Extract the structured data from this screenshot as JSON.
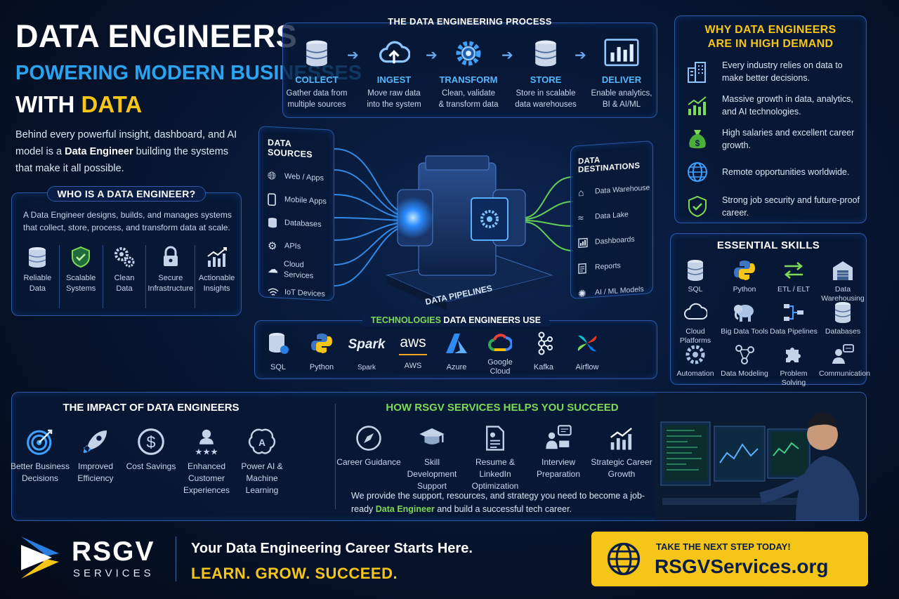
{
  "hero": {
    "title_line1": "DATA ENGINEERS",
    "title_line2": "POWERING MODERN BUSINESSES",
    "title_line3_prefix": "WITH ",
    "title_line3_highlight": "DATA",
    "intro_part1": "Behind every powerful insight, dashboard, and AI model is a ",
    "intro_bold": "Data Engineer",
    "intro_part2": " building the systems that make it all possible."
  },
  "who": {
    "heading": "WHO IS A DATA ENGINEER?",
    "description": "A Data Engineer designs, builds, and manages systems that collect, store, process, and transform data at scale.",
    "items": [
      {
        "icon": "database-icon",
        "label": "Reliable Data"
      },
      {
        "icon": "shield-check-icon",
        "label": "Scalable Systems"
      },
      {
        "icon": "gears-icon",
        "label": "Clean Data"
      },
      {
        "icon": "lock-icon",
        "label": "Secure Infrastructure"
      },
      {
        "icon": "growth-chart-icon",
        "label": "Actionable Insights"
      }
    ]
  },
  "process": {
    "heading": "THE DATA ENGINEERING PROCESS",
    "steps": [
      {
        "icon": "database-icon",
        "title": "COLLECT",
        "desc": "Gather data from multiple sources"
      },
      {
        "icon": "cloud-upload-icon",
        "title": "INGEST",
        "desc": "Move raw data into the system"
      },
      {
        "icon": "gear-icon",
        "title": "TRANSFORM",
        "desc": "Clean, validate & transform data"
      },
      {
        "icon": "database-icon",
        "title": "STORE",
        "desc": "Store in scalable data warehouses"
      },
      {
        "icon": "bar-chart-icon",
        "title": "DELIVER",
        "desc": "Enable analytics, BI & AI/ML"
      }
    ]
  },
  "sources": {
    "heading": "DATA SOURCES",
    "items": [
      {
        "icon": "globe-icon",
        "label": "Web / Apps"
      },
      {
        "icon": "mobile-icon",
        "label": "Mobile Apps"
      },
      {
        "icon": "database-icon",
        "label": "Databases"
      },
      {
        "icon": "api-icon",
        "label": "APIs"
      },
      {
        "icon": "cloud-icon",
        "label": "Cloud Services"
      },
      {
        "icon": "wifi-icon",
        "label": "IoT Devices"
      }
    ]
  },
  "pipeline": {
    "label": "DATA PIPELINES"
  },
  "destinations": {
    "heading": "DATA DESTINATIONS",
    "items": [
      {
        "icon": "warehouse-icon",
        "label": "Data Warehouse"
      },
      {
        "icon": "waves-icon",
        "label": "Data Lake"
      },
      {
        "icon": "dashboard-icon",
        "label": "Dashboards"
      },
      {
        "icon": "report-icon",
        "label": "Reports"
      },
      {
        "icon": "brain-icon",
        "label": "AI / ML Models"
      }
    ]
  },
  "tech": {
    "heading_highlight": "TECHNOLOGIES",
    "heading_rest": " DATA ENGINEERS USE",
    "items": [
      {
        "icon": "sql-icon",
        "label": "SQL"
      },
      {
        "icon": "python-icon",
        "label": "Python"
      },
      {
        "icon": "spark-icon",
        "logo": "Spark",
        "label": "Spark"
      },
      {
        "icon": "aws-icon",
        "logo": "aws",
        "label": "AWS"
      },
      {
        "icon": "azure-icon",
        "label": "Azure"
      },
      {
        "icon": "google-cloud-icon",
        "label": "Google Cloud"
      },
      {
        "icon": "kafka-icon",
        "label": "Kafka"
      },
      {
        "icon": "airflow-icon",
        "label": "Airflow"
      }
    ]
  },
  "demand": {
    "heading_line1": "WHY DATA ENGINEERS",
    "heading_line2": "ARE IN HIGH DEMAND",
    "items": [
      {
        "icon": "buildings-icon",
        "text": "Every industry relies on data to make better decisions."
      },
      {
        "icon": "growth-chart-icon",
        "text": "Massive growth in data, analytics, and AI technologies."
      },
      {
        "icon": "money-bag-icon",
        "text": "High salaries and excellent career growth."
      },
      {
        "icon": "globe-icon",
        "text": "Remote opportunities worldwide."
      },
      {
        "icon": "shield-check-icon",
        "text": "Strong job security and future-proof career."
      }
    ]
  },
  "skills": {
    "heading": "ESSENTIAL SKILLS",
    "items": [
      {
        "icon": "database-icon",
        "label": "SQL"
      },
      {
        "icon": "python-icon",
        "label": "Python"
      },
      {
        "icon": "etl-arrows-icon",
        "label": "ETL / ELT"
      },
      {
        "icon": "warehouse-icon",
        "label": "Data Warehousing"
      },
      {
        "icon": "cloud-icon",
        "label": "Cloud Platforms"
      },
      {
        "icon": "elephant-icon",
        "label": "Big Data Tools"
      },
      {
        "icon": "pipeline-icon",
        "label": "Data Pipelines"
      },
      {
        "icon": "database-icon",
        "label": "Databases"
      },
      {
        "icon": "gear-icon",
        "label": "Automation"
      },
      {
        "icon": "data-model-icon",
        "label": "Data Modeling"
      },
      {
        "icon": "puzzle-icon",
        "label": "Problem Solving"
      },
      {
        "icon": "communication-icon",
        "label": "Communication"
      }
    ]
  },
  "impact": {
    "heading": "THE IMPACT OF DATA ENGINEERS",
    "items": [
      {
        "icon": "target-icon",
        "label": "Better Business Decisions"
      },
      {
        "icon": "rocket-icon",
        "label": "Improved Efficiency"
      },
      {
        "icon": "dollar-icon",
        "label": "Cost Savings"
      },
      {
        "icon": "users-stars-icon",
        "label": "Enhanced Customer Experiences"
      },
      {
        "icon": "ai-brain-icon",
        "label": "Power AI & Machine Learning"
      }
    ]
  },
  "help": {
    "heading": "HOW RSGV SERVICES HELPS YOU SUCCEED",
    "items": [
      {
        "icon": "compass-icon",
        "label": "Career Guidance"
      },
      {
        "icon": "graduation-cap-icon",
        "label": "Skill Development Support"
      },
      {
        "icon": "resume-icon",
        "label": "Resume & LinkedIn Optimization"
      },
      {
        "icon": "interview-icon",
        "label": "Interview Preparation"
      },
      {
        "icon": "growth-chart-icon",
        "label": "Strategic Career Growth"
      }
    ],
    "desc_part1": "We provide the support, resources, and strategy you need to become a job-ready ",
    "desc_highlight": "Data Engineer",
    "desc_part2": " and build a successful tech career."
  },
  "footer": {
    "brand": "RSGV",
    "brand_sub": "SERVICES",
    "tagline": "Your Data Engineering Career Starts Here.",
    "slogan": "LEARN. GROW. SUCCEED.",
    "cta_small": "TAKE THE NEXT STEP TODAY!",
    "cta_url": "RSGVServices.org"
  },
  "colors": {
    "accent_blue": "#2aa3f0",
    "accent_yellow": "#f5c518",
    "accent_green": "#7ed957"
  }
}
